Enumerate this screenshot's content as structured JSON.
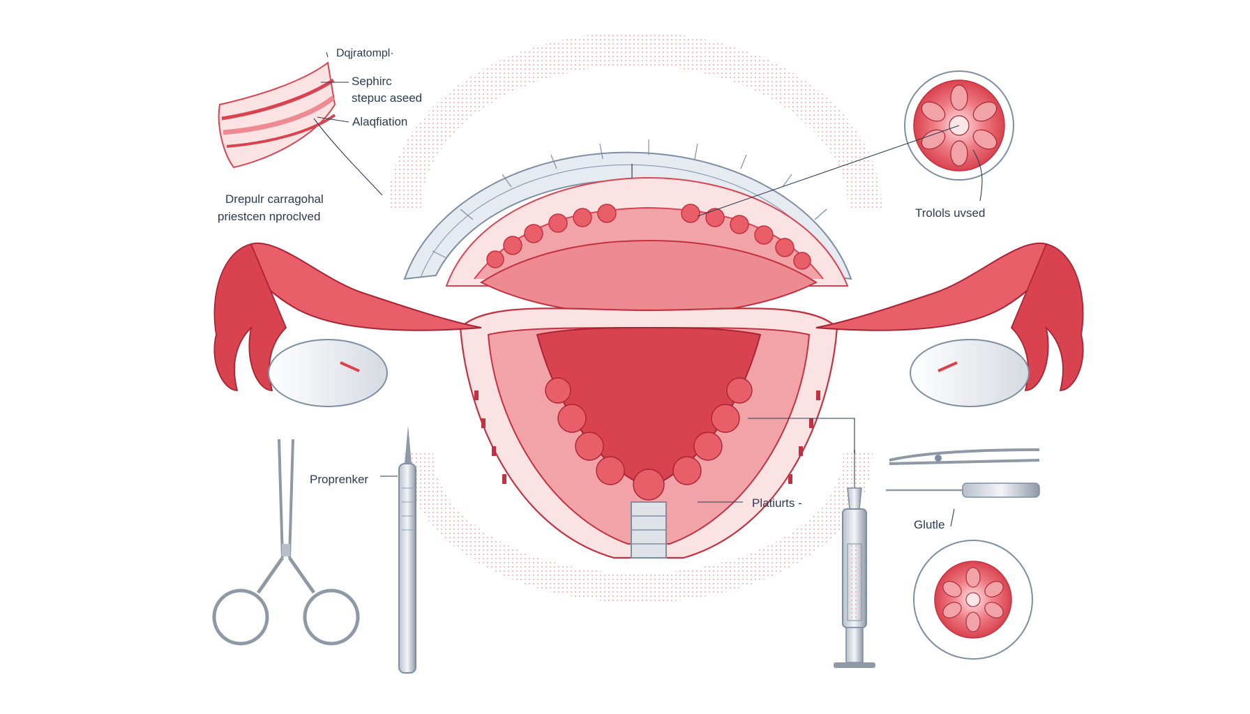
{
  "labels": {
    "top_left_1": "Dqjratompl·",
    "top_left_2": "Sephirc",
    "top_left_3": "stepuc aseed",
    "top_left_4": "Alaqfiation",
    "left_caption_1": "Drepulr carragohal",
    "left_caption_2": "priestcen nproclved",
    "right_caption": "Trolols uvsed",
    "middle_left": "Proprenker",
    "middle_right": "Platiurts -",
    "bottom_right": "Glutle"
  },
  "colors": {
    "tissue_red": "#d9434f",
    "tissue_pink": "#f2a3a8",
    "tissue_light": "#fbe3e3",
    "halo": "#f6c9cc",
    "ruler_fill": "#e6ebf1",
    "ruler_stroke": "#7d8ea3",
    "instrument": "#8e99a6",
    "ink": "#2e3a4f"
  }
}
